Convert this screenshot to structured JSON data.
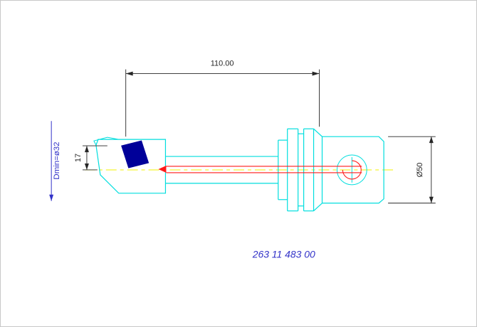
{
  "drawing": {
    "part_number": "263 11 483 00",
    "dimensions": {
      "overall_length": "110.00",
      "tip_offset": "17",
      "min_bore_diameter": "Dmin=ø32",
      "shank_diameter": "Ø50"
    },
    "colors": {
      "outline": "#00dede",
      "insert": "#000099",
      "bore": "#ff1a1a",
      "centerline": "#f2f200",
      "dimension": "#262626",
      "label": "#3232c8",
      "background": "#ffffff",
      "frame": "#c8c8c8"
    }
  }
}
